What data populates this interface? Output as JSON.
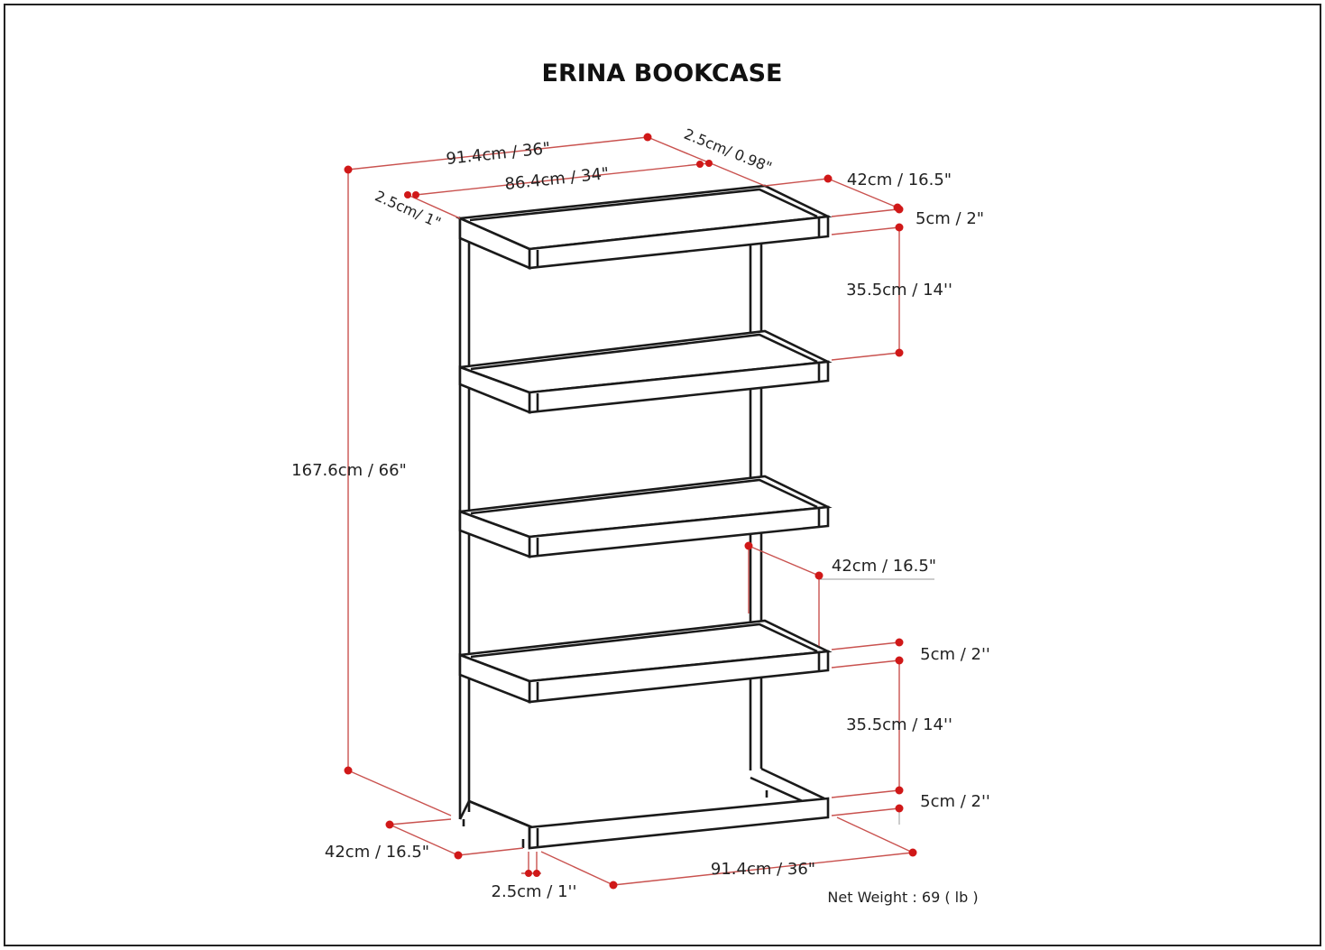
{
  "title": "ERINA BOOKCASE",
  "dimensions": {
    "top_width": "91.4cm / 36\"",
    "top_frame_thickness": "2.5cm/ 0.98\"",
    "inner_width": "86.4cm / 34\"",
    "left_frame_thickness": "2.5cm/ 1\"",
    "top_depth": "42cm / 16.5\"",
    "shelf_thickness_top": "5cm / 2\"",
    "shelf_spacing_top": "35.5cm / 14''",
    "total_height": "167.6cm / 66\"",
    "mid_depth": "42cm / 16.5\"",
    "shelf_thickness_mid": "5cm / 2''",
    "shelf_spacing_bottom": "35.5cm / 14''",
    "base_thickness": "5cm / 2''",
    "bottom_depth": "42cm / 16.5\"",
    "leg_thickness": "2.5cm / 1''",
    "bottom_width": "91.4cm / 36\""
  },
  "net_weight": "Net Weight : 69 ( lb )",
  "colors": {
    "dimension_line": "#c9524f",
    "dimension_dot": "#d01818",
    "outline": "#1a1a1a"
  }
}
